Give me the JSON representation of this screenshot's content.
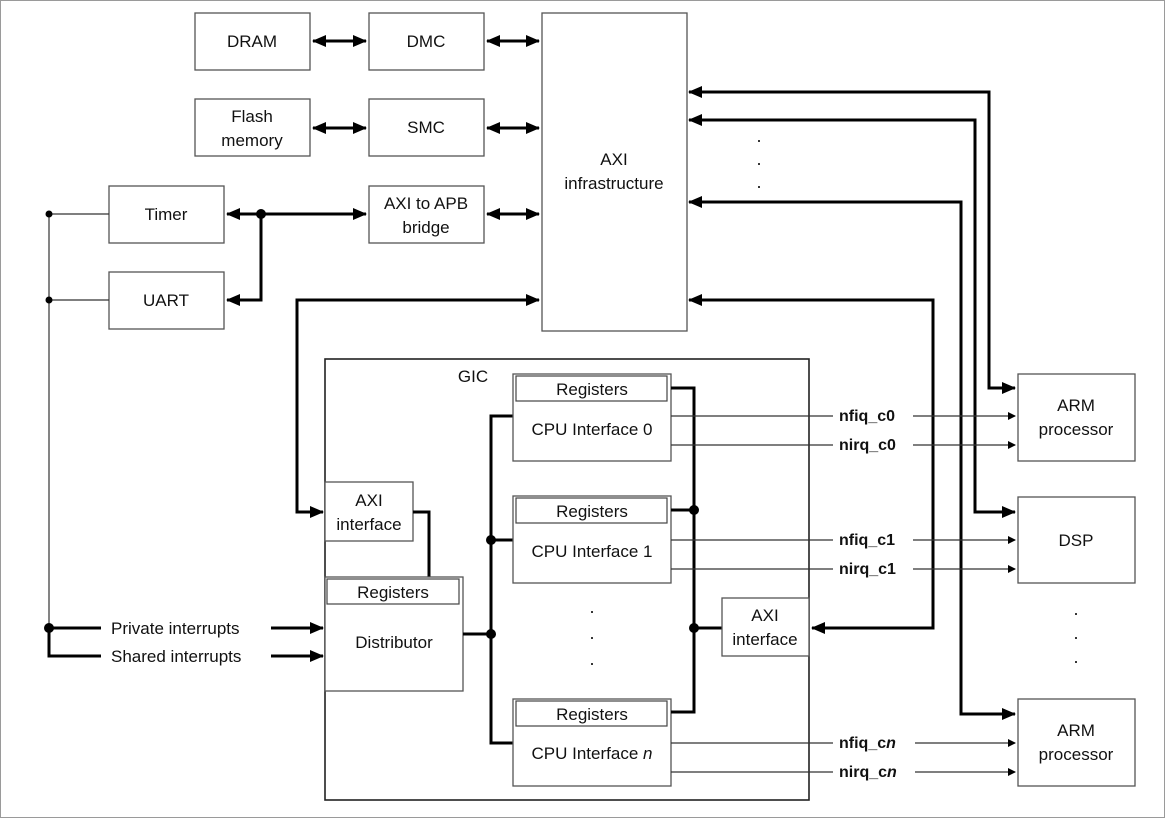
{
  "diagram": {
    "blocks": {
      "dram": "DRAM",
      "dmc": "DMC",
      "flash_line1": "Flash",
      "flash_line2": "memory",
      "smc": "SMC",
      "axi_infra_line1": "AXI",
      "axi_infra_line2": "infrastructure",
      "timer": "Timer",
      "uart": "UART",
      "apb_line1": "AXI to APB",
      "apb_line2": "bridge",
      "gic": "GIC",
      "gic_axi_left_line1": "AXI",
      "gic_axi_left_line2": "interface",
      "distributor_registers": "Registers",
      "distributor": "Distributor",
      "gic_axi_right_line1": "AXI",
      "gic_axi_right_line2": "interface"
    },
    "cpu_interfaces": [
      {
        "registers": "Registers",
        "label": "CPU Interface 0",
        "suffix": ""
      },
      {
        "registers": "Registers",
        "label": "CPU Interface 1",
        "suffix": ""
      },
      {
        "registers": "Registers",
        "label": "CPU Interface ",
        "suffix": "n"
      }
    ],
    "processors": {
      "arm_top_line1": "ARM",
      "arm_top_line2": "processor",
      "dsp": "DSP",
      "arm_bottom_line1": "ARM",
      "arm_bottom_line2": "processor"
    },
    "inputs": {
      "private": "Private interrupts",
      "shared": "Shared interrupts"
    },
    "signals": [
      {
        "base": "nfiq_c",
        "idx": "0"
      },
      {
        "base": "nirq_c",
        "idx": "0"
      },
      {
        "base": "nfiq_c",
        "idx": "1"
      },
      {
        "base": "nirq_c",
        "idx": "1"
      },
      {
        "base": "nfiq_c",
        "idx": "n"
      },
      {
        "base": "nirq_c",
        "idx": "n"
      }
    ],
    "ellipsis": "."
  }
}
